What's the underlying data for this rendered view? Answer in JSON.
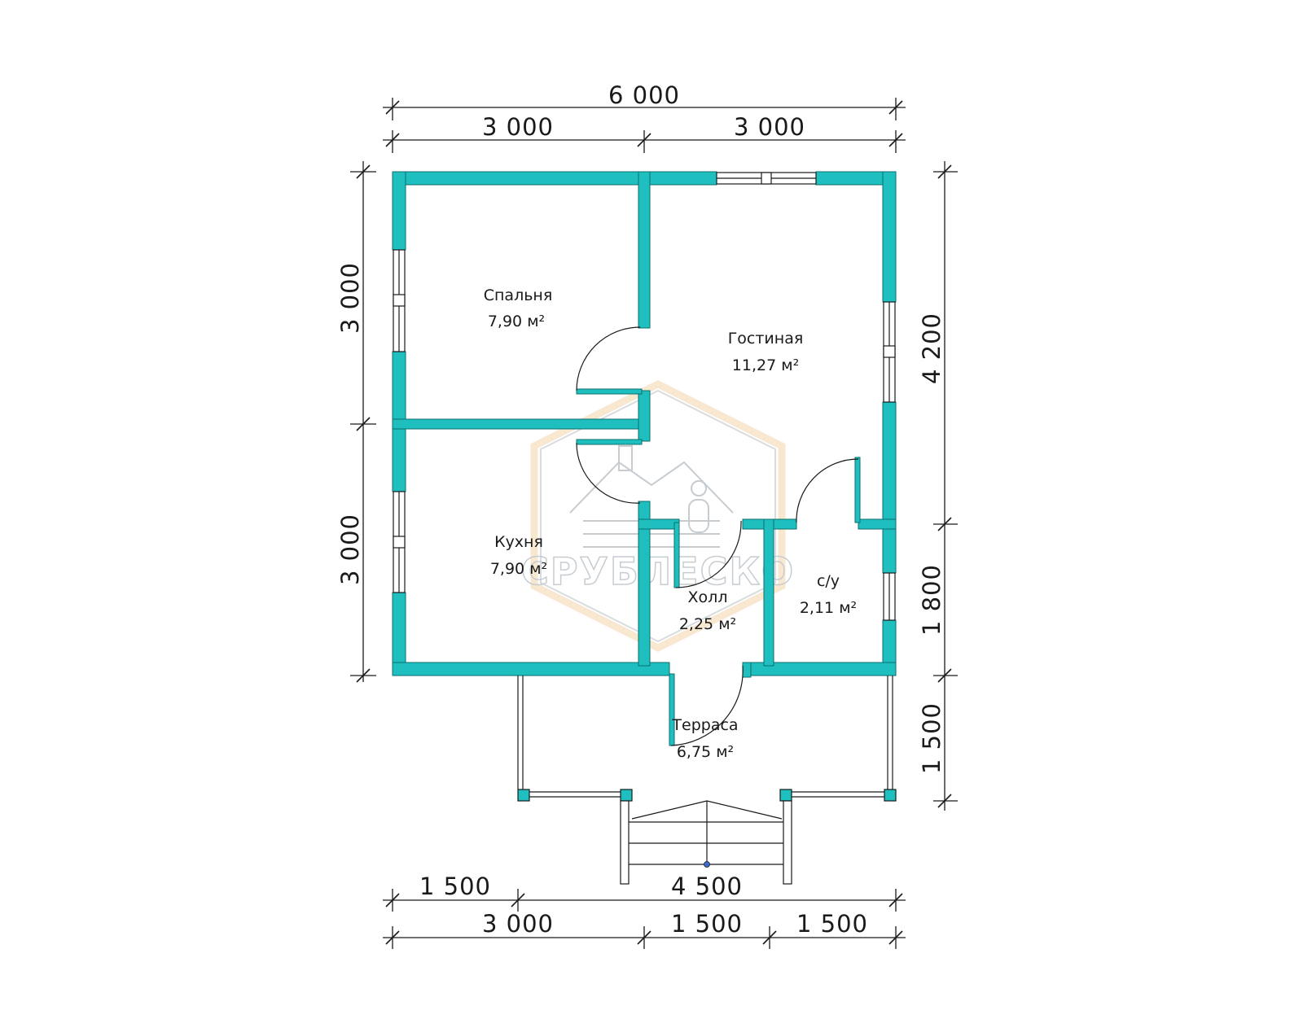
{
  "dimensions": {
    "top_total": "6 000",
    "top_left": "3 000",
    "top_right": "3 000",
    "left_upper": "3 000",
    "left_lower": "3 000",
    "right_upper": "4 200",
    "right_middle": "1 800",
    "right_lower": "1 500",
    "bottom_upper_left": "1 500",
    "bottom_upper_right": "4 500",
    "bottom_lower_left": "3 000",
    "bottom_lower_middle": "1 500",
    "bottom_lower_right": "1 500"
  },
  "rooms": [
    {
      "name": "Спальня",
      "area": "7,90 м²"
    },
    {
      "name": "Гостиная",
      "area": "11,27 м²"
    },
    {
      "name": "Кухня",
      "area": "7,90 м²"
    },
    {
      "name": "Холл",
      "area": "2,25 м²"
    },
    {
      "name": "с/у",
      "area": "2,11 м²"
    },
    {
      "name": "Терраса",
      "area": "6,75 м²"
    }
  ],
  "watermark": {
    "text": "СРУБЛЕСКО"
  },
  "colors": {
    "wall": "#1fbfbf",
    "wall_outline": "#0b6f6f",
    "line": "#1a1a1a",
    "watermark": "#9aa4ad",
    "watermark_accent": "#f2d7a8"
  }
}
